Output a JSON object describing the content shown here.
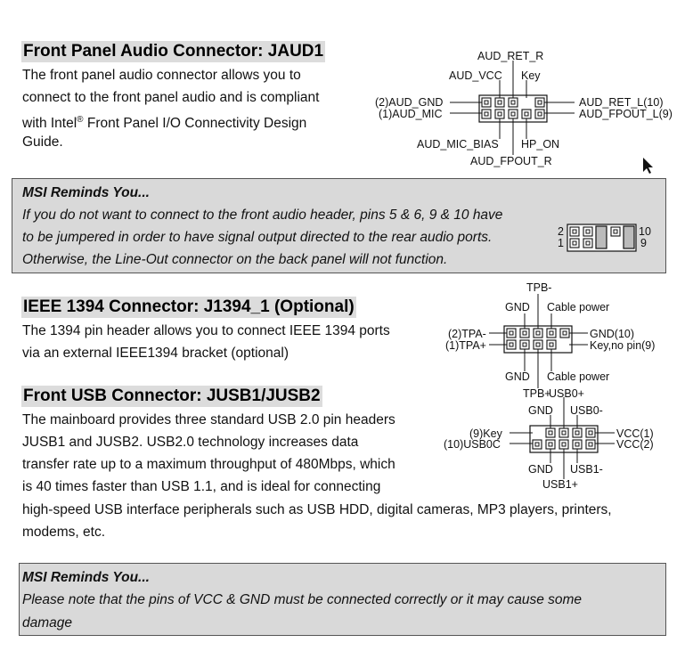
{
  "audio": {
    "heading": "Front Panel Audio Connector: JAUD1",
    "lines": [
      "The front panel audio connector allows you to",
      "connect to the front panel audio and is compliant",
      "with Intel",
      "Front Panel I/O Connectivity Design",
      "Guide."
    ],
    "registered": "®",
    "pins": {
      "aud_ret_r": "AUD_RET_R",
      "aud_vcc": "AUD_VCC",
      "key": "Key",
      "aud_gnd": "(2)AUD_GND",
      "aud_mic": "(1)AUD_MIC",
      "aud_ret_l": "AUD_RET_L(10)",
      "aud_fpout_l": "AUD_FPOUT_L(9)",
      "aud_mic_bias": "AUD_MIC_BIAS",
      "hp_on": "HP_ON",
      "aud_fpout_r": "AUD_FPOUT_R"
    }
  },
  "remind1": {
    "title": "MSI Reminds You...",
    "lines": [
      "If you do not want to connect to the front audio header, pins 5 & 6, 9 & 10 have",
      "to be jumpered in order to have signal output directed to the rear audio ports.",
      "Otherwise, the Line-Out connector on the back panel will not function."
    ],
    "jumper_labels": {
      "top_left": "2",
      "bottom_left": "1",
      "top_right": "10",
      "bottom_right": "9"
    }
  },
  "ieee": {
    "heading": "IEEE 1394 Connector: J1394_1 (Optional)",
    "lines": [
      "The 1394 pin header allows you to connect IEEE 1394 ports",
      "via an external IEEE1394 bracket (optional)"
    ],
    "pins": {
      "tpb_minus": "TPB-",
      "gnd_top": "GND",
      "cable_power_top": "Cable power",
      "tpa_minus": "(2)TPA-",
      "tpa_plus": "(1)TPA+",
      "gnd10": "GND(10)",
      "key9": "Key,no pin(9)",
      "gnd_bottom": "GND",
      "cable_power_bottom": "Cable power",
      "tpb_plus": "TPB+"
    }
  },
  "usb": {
    "heading": "Front USB Connector: JUSB1/JUSB2",
    "lines": [
      "The mainboard provides three standard USB 2.0 pin headers",
      "JUSB1 and JUSB2. USB2.0 technology increases data",
      "transfer rate up to a maximum throughput of 480Mbps, which",
      "is 40 times faster than USB 1.1, and is ideal for connecting",
      "high-speed USB interface peripherals such as USB HDD, digital cameras, MP3 players, printers,",
      "modems, etc."
    ],
    "pins": {
      "usb0_plus": "USB0+",
      "gnd_top": "GND",
      "usb0_minus": "USB0-",
      "key9": "(9)Key",
      "usb0c10": "(10)USB0C",
      "vcc1": "VCC(1)",
      "vcc2": "VCC(2)",
      "gnd_bottom": "GND",
      "usb1_minus": "USB1-",
      "usb1_plus": "USB1+"
    }
  },
  "remind2": {
    "title": "MSI Reminds You...",
    "lines": [
      "Please note that the pins of VCC & GND must be connected correctly or it may cause some",
      "damage"
    ]
  }
}
